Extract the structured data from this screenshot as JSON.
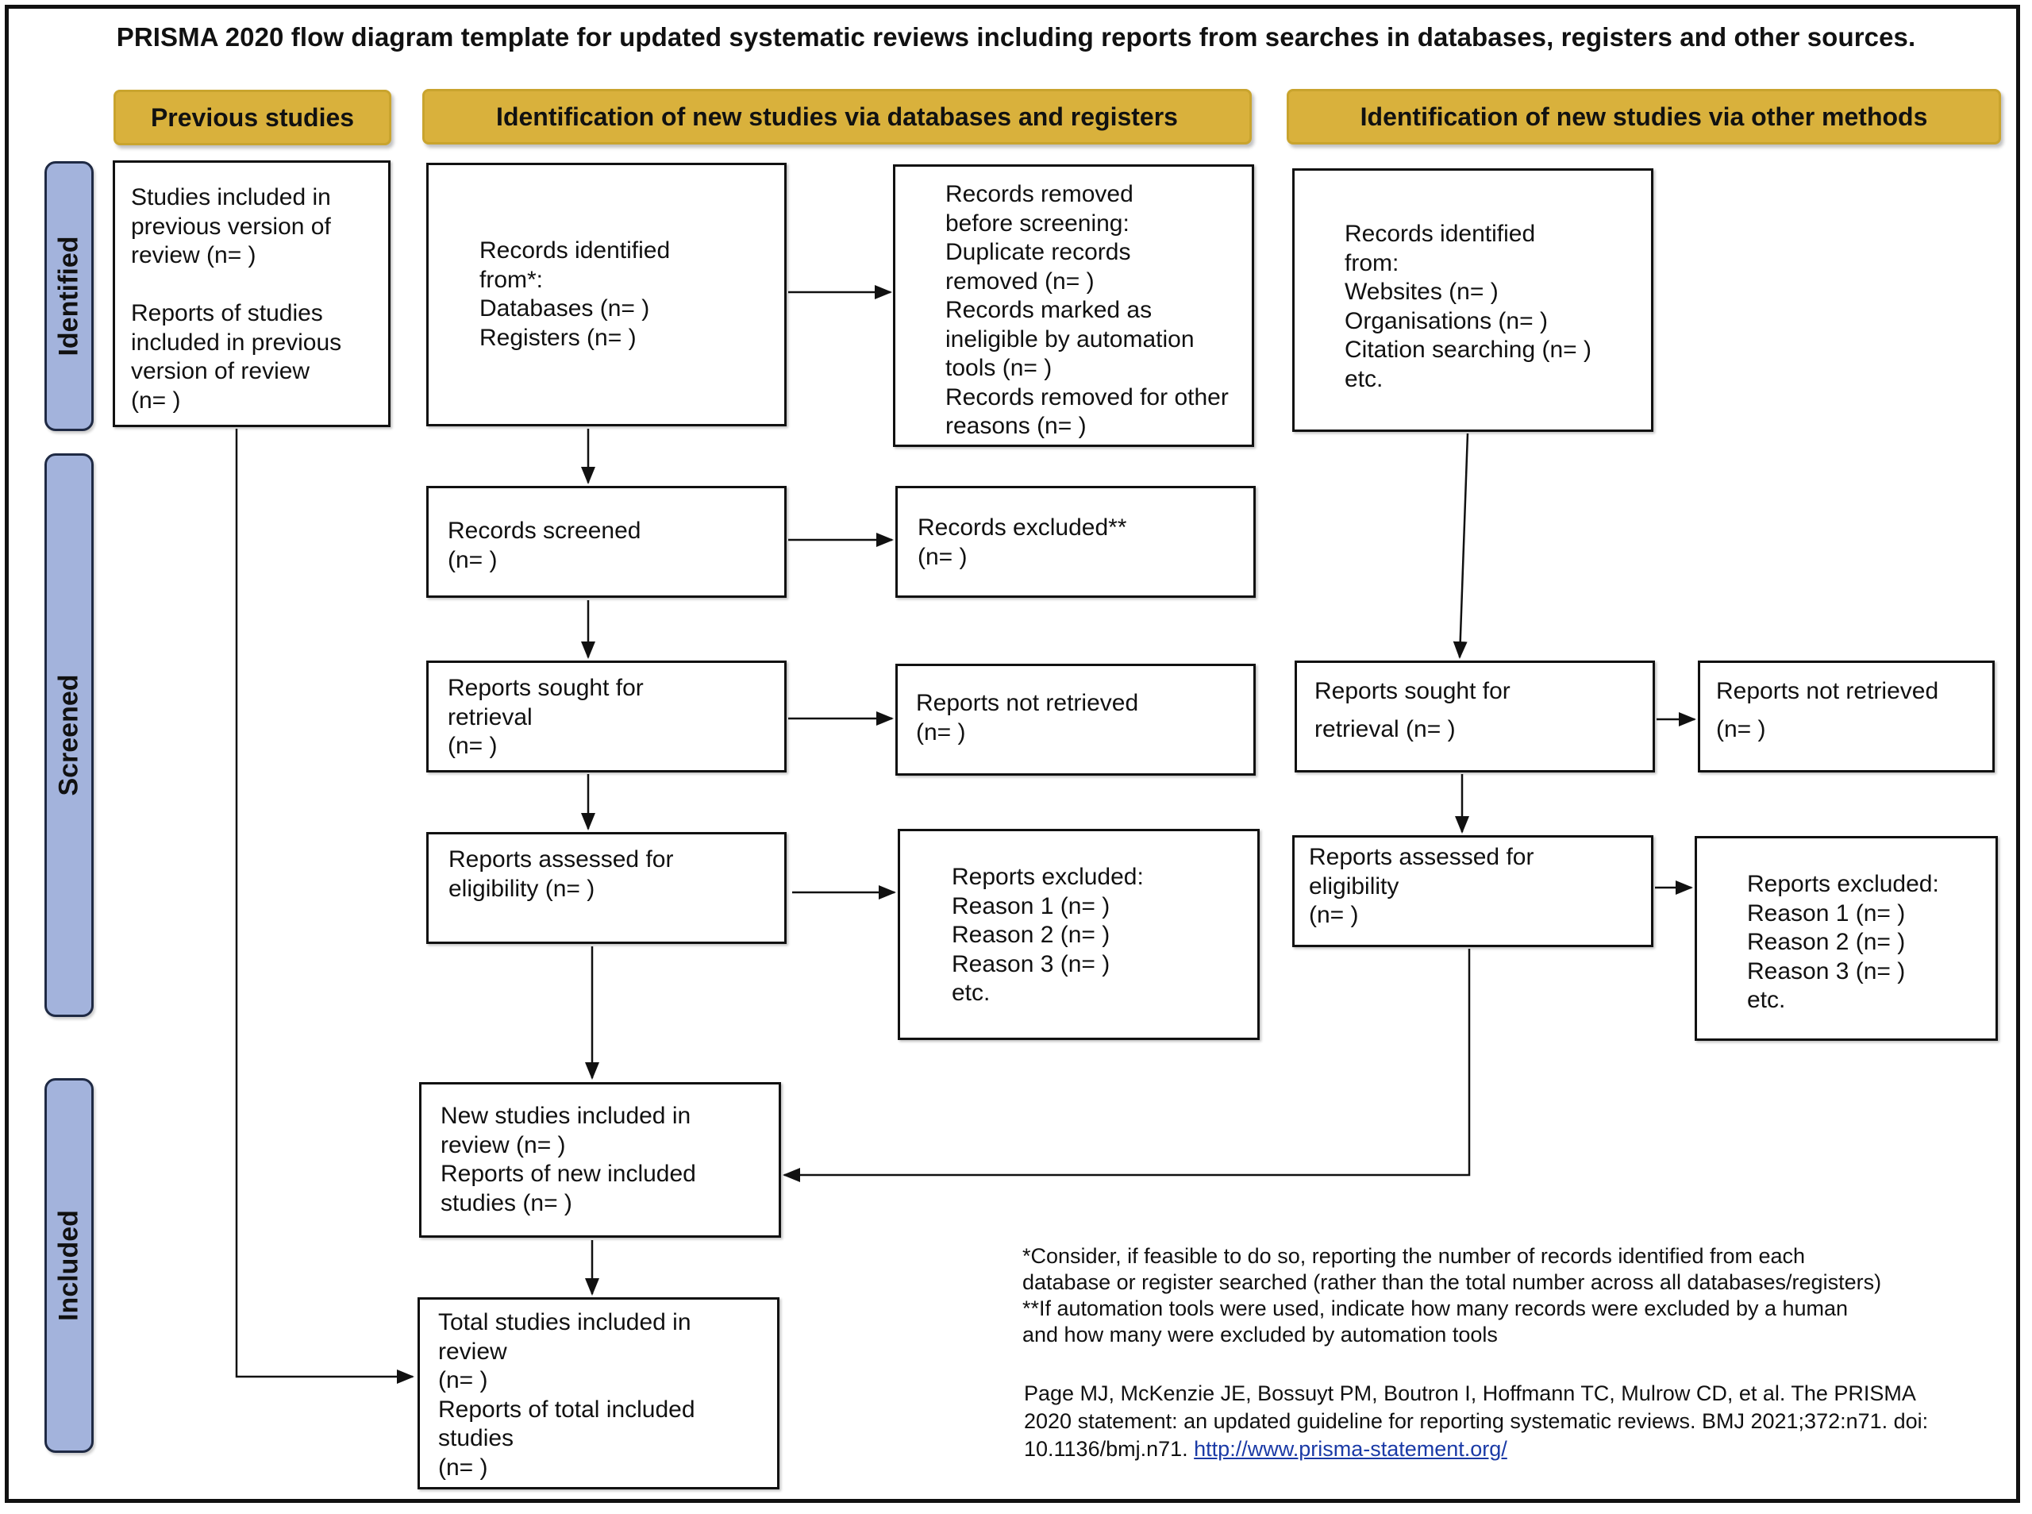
{
  "title": "PRISMA 2020 flow diagram template for updated systematic reviews including reports from searches in databases, registers and other sources.",
  "headers": {
    "previous": "Previous studies",
    "databases": "Identification of new studies via databases and registers",
    "other": "Identification of new studies via other methods"
  },
  "phases": {
    "identified": "Identified",
    "screened": "Screened",
    "included": "Included"
  },
  "boxes": {
    "previous_included": "Studies included in\nprevious version of\nreview (n= )\n\nReports of studies\nincluded in previous\nversion of review\n(n= )",
    "records_identified_db": "Records identified\nfrom*:\nDatabases (n= )\nRegisters (n= )",
    "records_removed": "Records removed\nbefore screening:\nDuplicate records\nremoved (n= )\nRecords marked as\nineligible by automation\ntools (n= )\nRecords removed for other\nreasons (n= )",
    "records_identified_other": "Records identified\nfrom:\nWebsites (n= )\nOrganisations (n= )\nCitation searching (n= )\netc.",
    "records_screened": "Records screened\n(n= )",
    "records_excluded": "Records excluded**\n(n= )",
    "reports_sought_db": "Reports sought for\nretrieval\n(n= )",
    "reports_not_retrieved_db": "Reports not retrieved\n(n= )",
    "reports_sought_other": "Reports sought for\nretrieval (n= )",
    "reports_not_retrieved_other": "Reports not retrieved\n(n= )",
    "reports_assessed_db": "Reports assessed for\neligibility (n= )",
    "reports_excluded_db": "Reports excluded:\nReason 1 (n= )\nReason 2 (n= )\nReason 3 (n= )\netc.",
    "reports_assessed_other": "Reports assessed for\neligibility\n(n= )",
    "reports_excluded_other": "Reports excluded:\nReason 1 (n= )\nReason 2 (n= )\nReason 3 (n= )\netc.",
    "new_included": "New studies included in\nreview (n= )\nReports of new included\nstudies (n= )",
    "total_included": "Total studies included in\nreview\n(n= )\nReports of total included\nstudies\n(n= )"
  },
  "footnote": "*Consider, if feasible to do so, reporting the number of records identified from each\ndatabase or register searched (rather than the total number across all databases/registers)\n**If automation tools were used, indicate how many records were excluded by a human\nand how many were excluded by automation tools",
  "citation": {
    "text": "Page MJ, McKenzie JE, Bossuyt PM, Boutron I, Hoffmann TC, Mulrow CD, et al. The PRISMA\n2020 statement: an updated guideline for reporting systematic reviews. BMJ 2021;372:n71. doi:\n10.1136/bmj.n71. ",
    "link": "http://www.prisma-statement.org/"
  },
  "colors": {
    "header_fill": "#d9b13c",
    "phase_fill": "#a3b3dc",
    "line": "#111111",
    "link": "#1a3aa6"
  }
}
